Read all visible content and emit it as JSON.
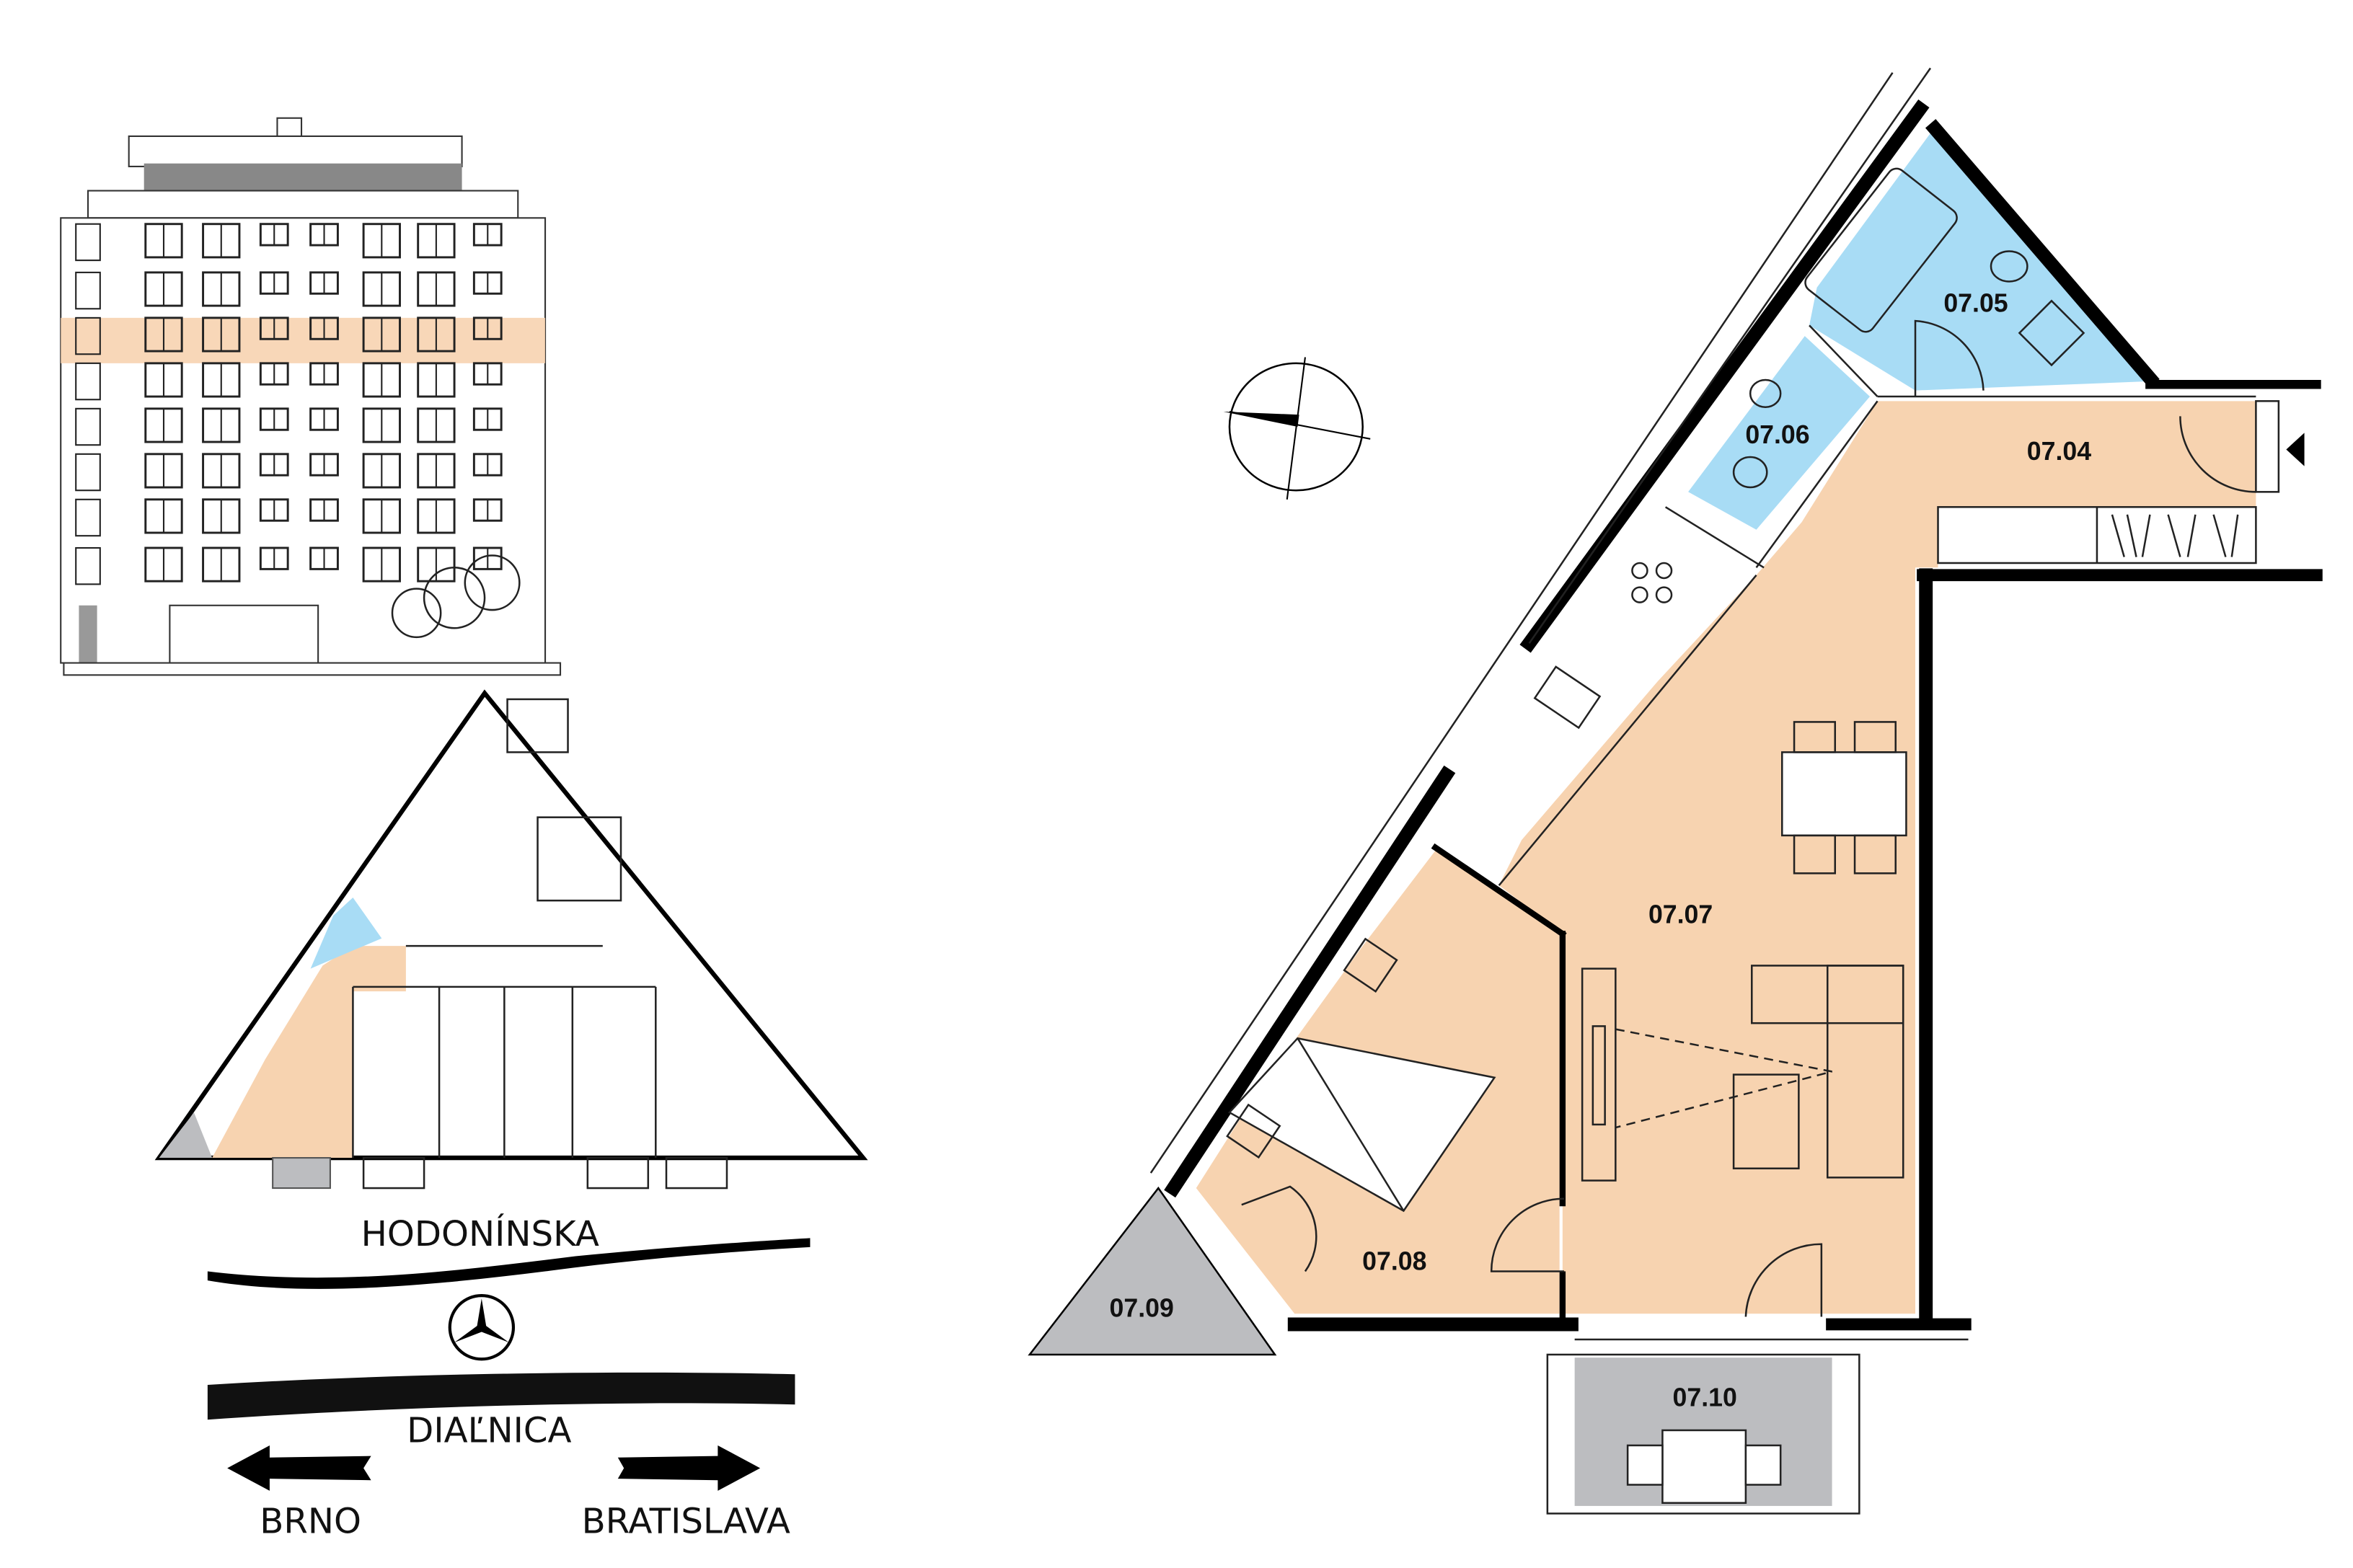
{
  "rooms": {
    "r0704": "07.04",
    "r0705": "07.05",
    "r0706": "07.06",
    "r0707": "07.07",
    "r0708": "07.08",
    "r0709": "07.09",
    "r0710": "07.10"
  },
  "location": {
    "street": "HODONÍNSKA",
    "highway": "DIAĽNICA",
    "left_direction": "BRNO",
    "right_direction": "BRATISLAVA"
  },
  "colors": {
    "living": "#f7d3b0",
    "bathroom": "#a8dcf5",
    "balcony": "#bcbdc0",
    "highlight_floor": "#f7d3b0"
  },
  "facade": {
    "highlighted_floor": 7
  }
}
